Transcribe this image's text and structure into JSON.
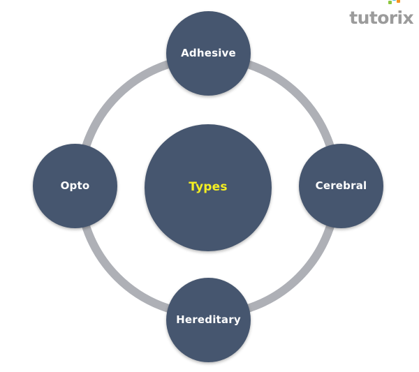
{
  "logo": {
    "text": "tutorix",
    "dot_colors": [
      "#8cc63f",
      "#4fc3d9",
      "#f7941e"
    ]
  },
  "diagram": {
    "type": "circular-hub-and-spoke",
    "center": {
      "label": "Types",
      "text_color": "#f5ef21",
      "fill_color": "#46566f"
    },
    "ring": {
      "color": "#aeb0b6",
      "stroke_width": 12
    },
    "node_fill_color": "#46566f",
    "node_text_color": "#ffffff",
    "nodes": [
      {
        "position": "top",
        "label": "Adhesive"
      },
      {
        "position": "right",
        "label": "Cerebral"
      },
      {
        "position": "bottom",
        "label": "Hereditary"
      },
      {
        "position": "left",
        "label": "Opto"
      }
    ]
  },
  "background_color": "#ffffff"
}
